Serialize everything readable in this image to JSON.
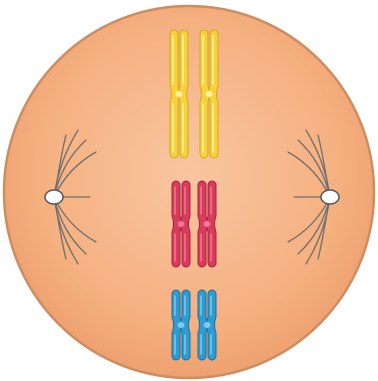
{
  "diagram": {
    "cell": {
      "fill": "#f6b586",
      "stroke": "#ce8d60"
    },
    "spindle_color": "#6e6e6e",
    "centrosome_fill": "#ffffff",
    "chromosomes": [
      {
        "name": "yellow-chromosome-pair",
        "color": "#f7d23f",
        "highlight": "#fff3a0",
        "shadow": "#d4a819"
      },
      {
        "name": "red-chromosome-pair",
        "color": "#d83b5c",
        "highlight": "#f07a93",
        "shadow": "#a2243f"
      },
      {
        "name": "blue-chromosome-pair",
        "color": "#2f9bd0",
        "highlight": "#7fc9ec",
        "shadow": "#1b6f9b"
      }
    ]
  }
}
